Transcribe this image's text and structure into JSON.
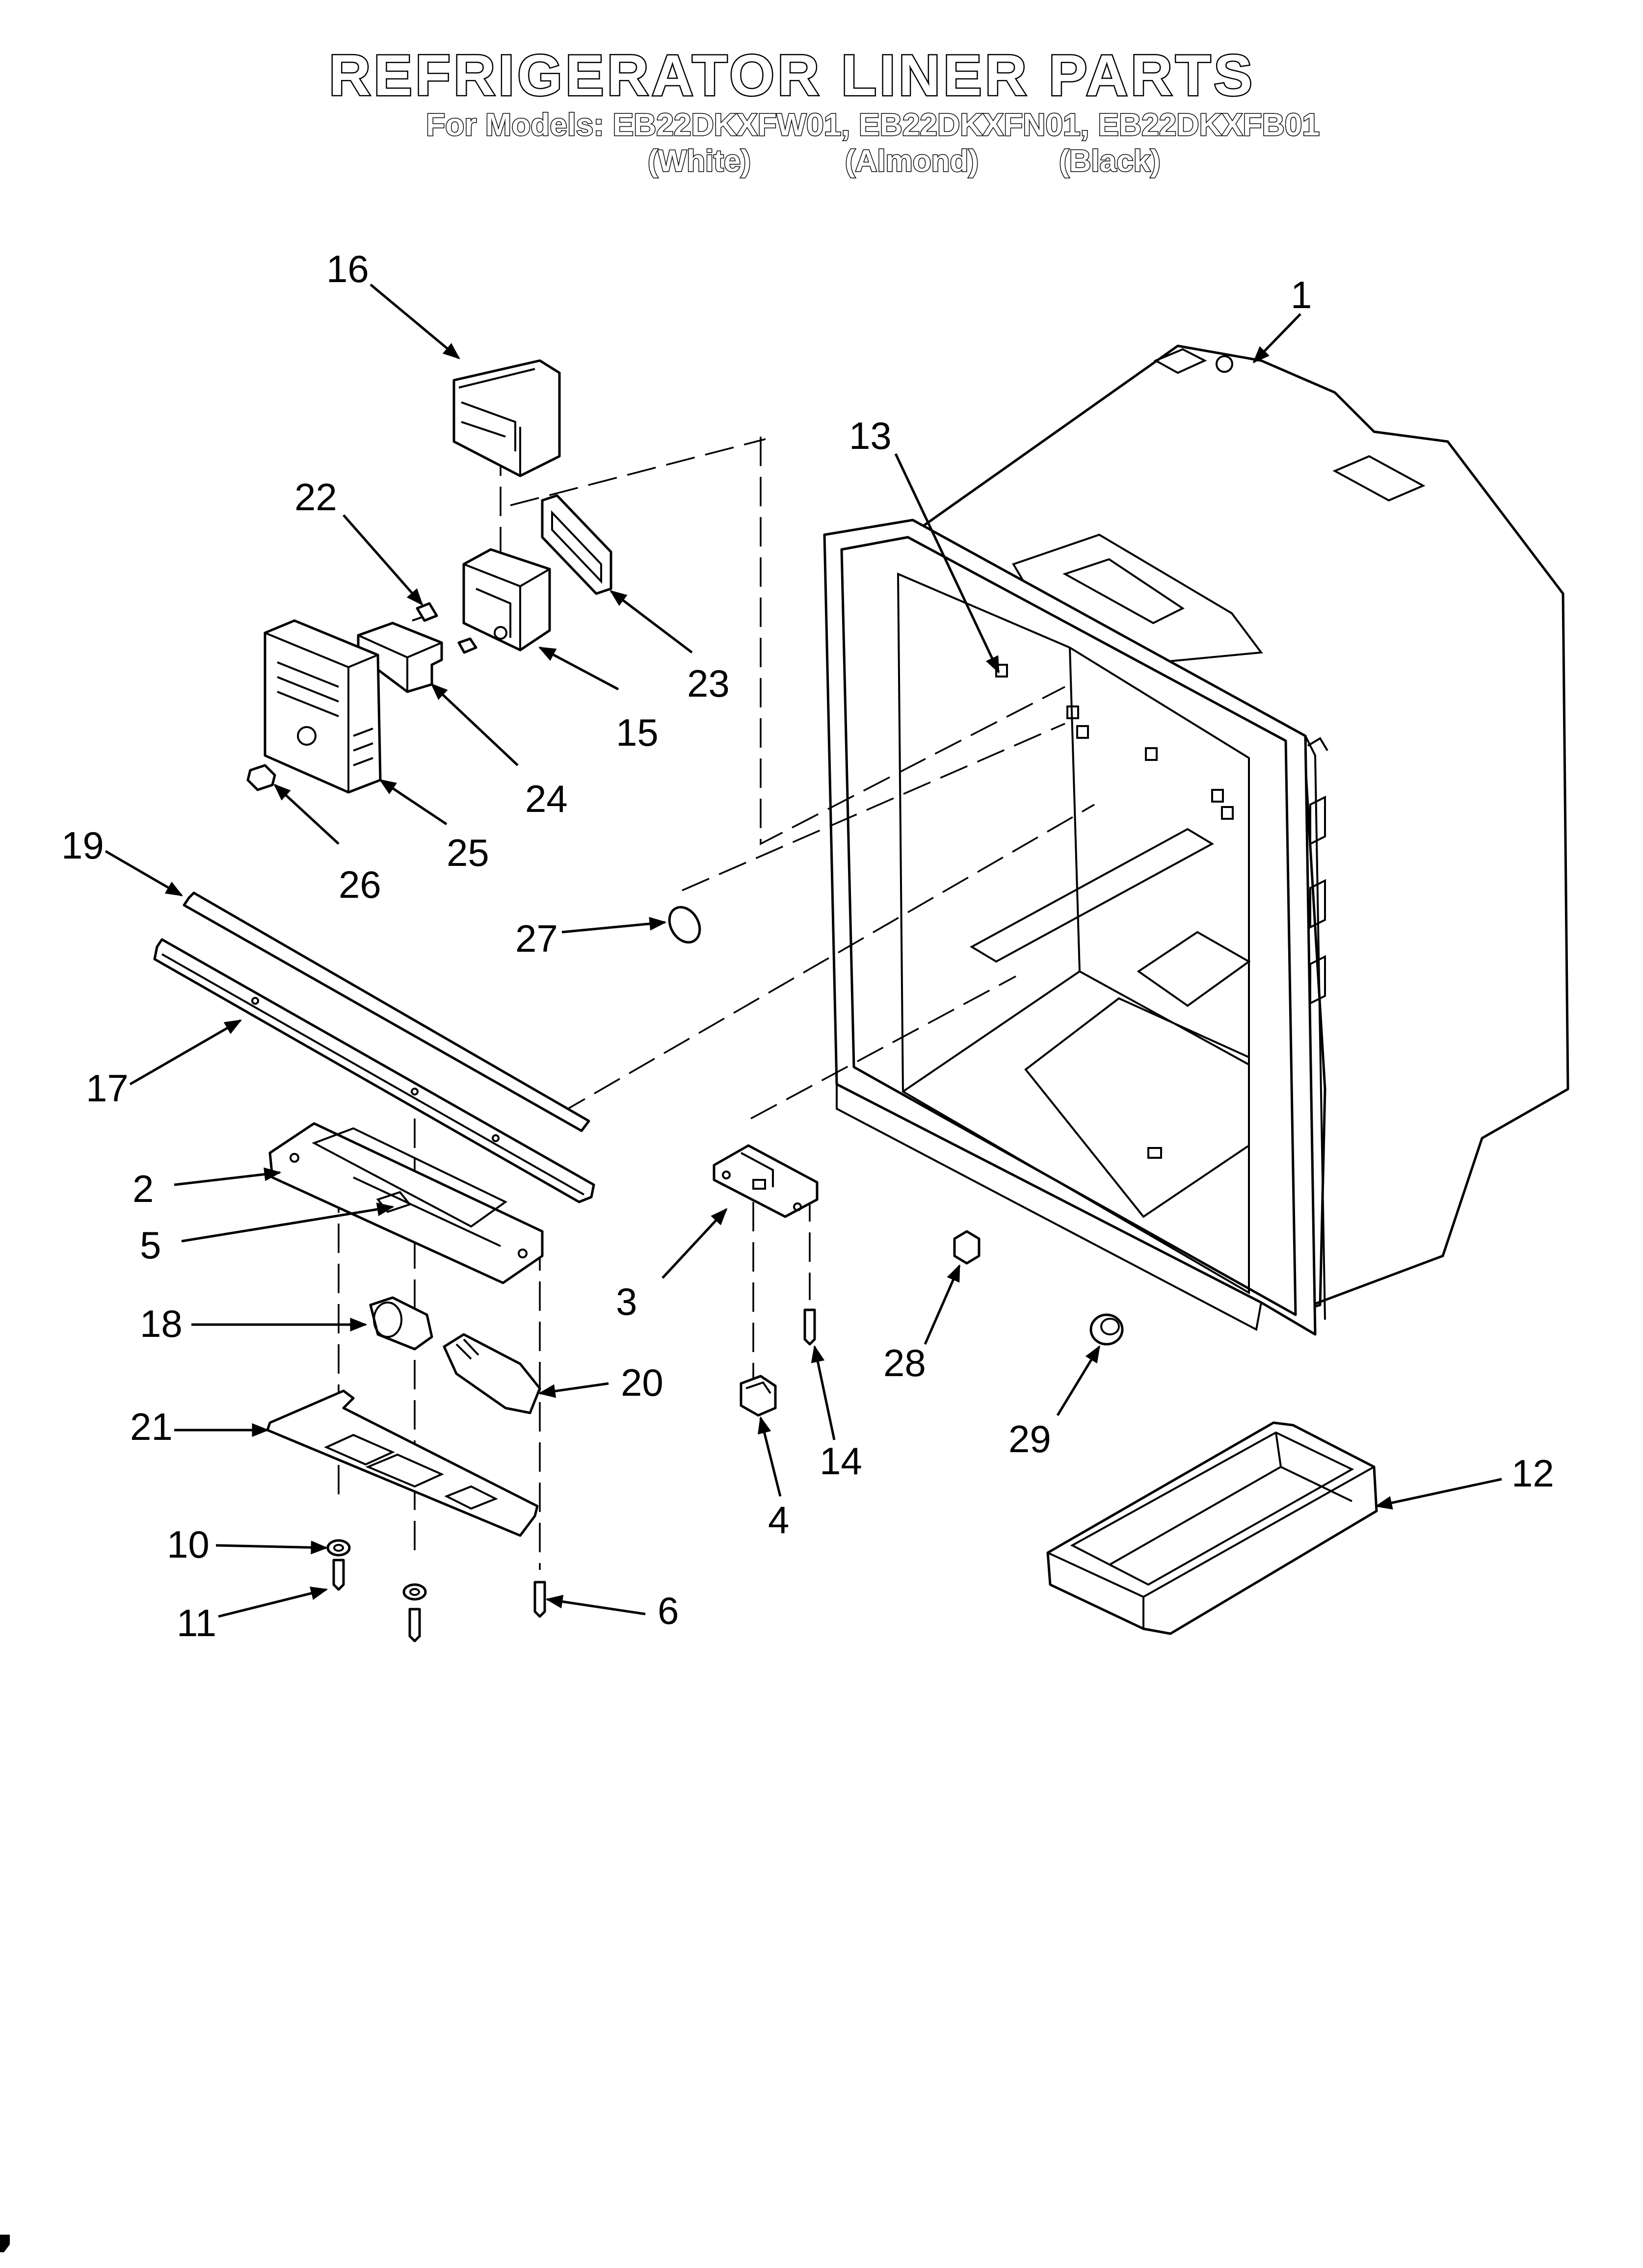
{
  "title": "REFRIGERATOR LINER PARTS",
  "models_line": "For Models: EB22DKXFW01, EB22DKXFN01, EB22DKXFB01",
  "variants": [
    "(White)",
    "(Almond)",
    "(Black)"
  ],
  "callouts": {
    "c1": "1",
    "c2": "2",
    "c3": "3",
    "c4": "4",
    "c5": "5",
    "c6": "6",
    "c10": "10",
    "c11": "11",
    "c12": "12",
    "c13": "13",
    "c14": "14",
    "c15": "15",
    "c16": "16",
    "c17": "17",
    "c18": "18",
    "c19": "19",
    "c20": "20",
    "c21": "21",
    "c22": "22",
    "c23": "23",
    "c24": "24",
    "c25": "25",
    "c26": "26",
    "c27": "27",
    "c28": "28",
    "c29": "29"
  }
}
